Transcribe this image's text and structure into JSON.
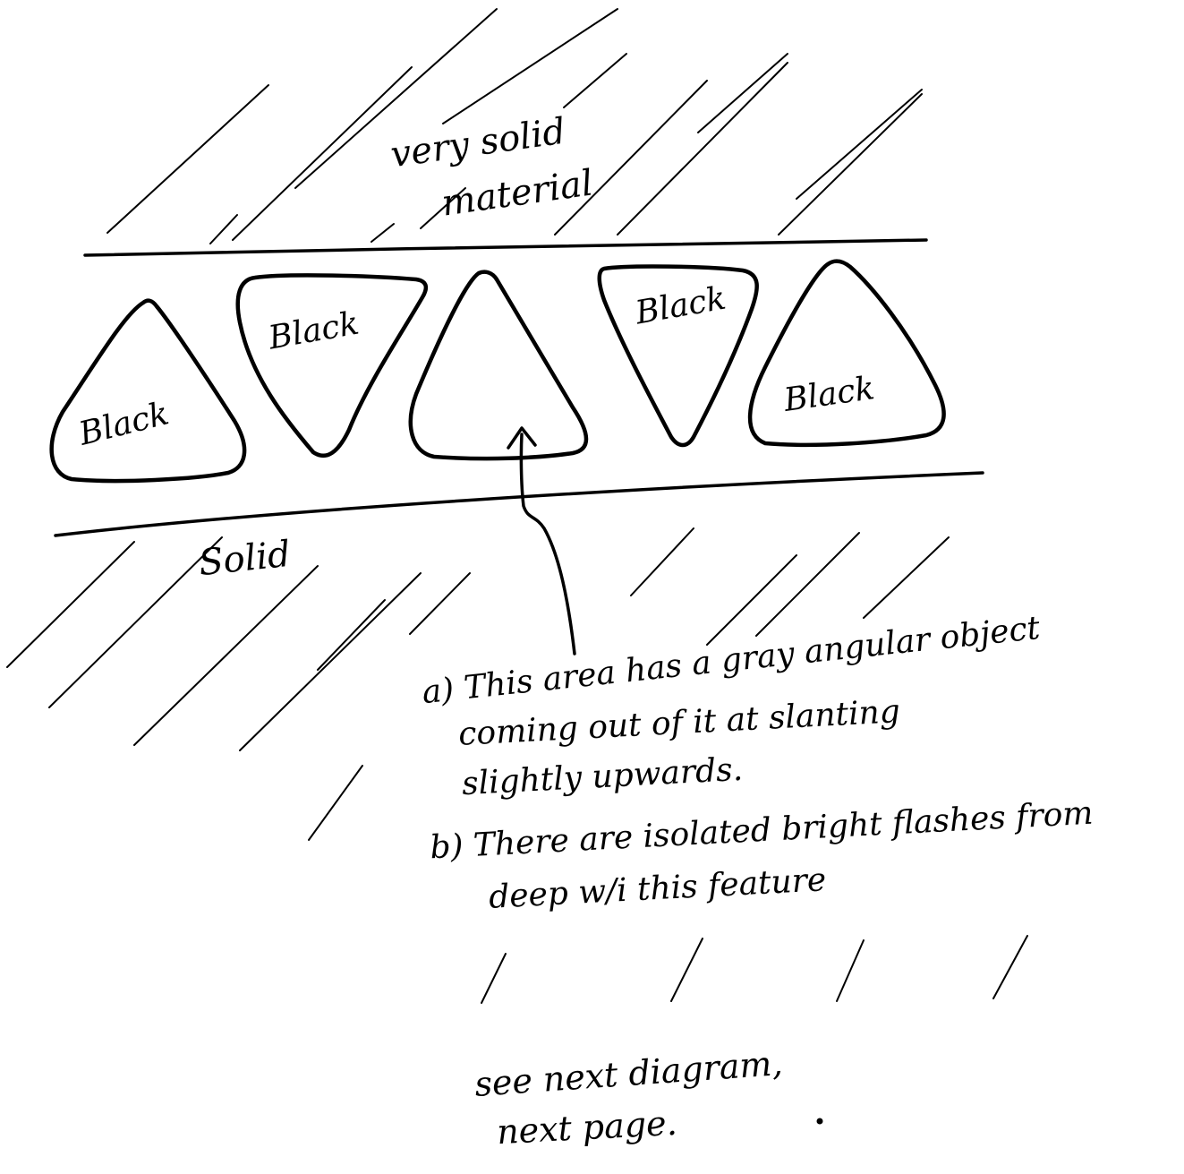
{
  "labels": {
    "top_region": [
      "very solid",
      "material"
    ],
    "bottom_region": "Solid",
    "cavity_label": "Black"
  },
  "note": {
    "a": [
      "a) This area has a gray angular object",
      "coming out of it at slanting",
      "slightly upwards."
    ],
    "b": [
      "b) There are isolated bright flashes from",
      "deep w/i this feature"
    ]
  },
  "footer": [
    "see next diagram,",
    "next page."
  ]
}
